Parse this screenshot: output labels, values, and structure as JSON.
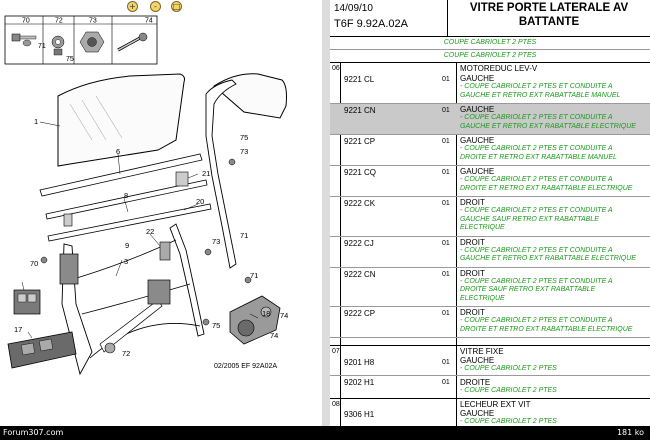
{
  "zoom": {
    "zoom_in": "+",
    "zoom_out": "-",
    "fit": "□"
  },
  "diagram": {
    "fastener_refs": [
      "70",
      "72",
      "73",
      "74"
    ],
    "fastener_sub": [
      "71",
      "75"
    ],
    "callouts": [
      "1",
      "6",
      "8",
      "9",
      "3",
      "21",
      "22",
      "20",
      "18",
      "17",
      "75",
      "73",
      "71",
      "70",
      "72",
      "74",
      "74",
      "73",
      "75",
      "71"
    ],
    "footer": "02/2005   EF 92A02A"
  },
  "header": {
    "date": "14/09/10",
    "ref": "T6F 9.92A.02A",
    "title_line1": "VITRE PORTE LATERALE AV",
    "title_line2": "BATTANTE"
  },
  "section_top": {
    "banner1": "COUPE CABRIOLET 2 PTES",
    "banner2": "COUPE CABRIOLET 2 PTES",
    "idx": "06",
    "heading": "MOTOREDUC LEV-V"
  },
  "rows": [
    {
      "ref": "9221 CL",
      "qty": "01",
      "label": "GAUCHE",
      "notes": [
        "- COUPE CABRIOLET 2 PTES ET CONDUITE A",
        "GAUCHE ET RETRO EXT RABATTABLE MANUEL"
      ]
    },
    {
      "ref": "9221 CN",
      "qty": "01",
      "label": "GAUCHE",
      "notes": [
        "- COUPE CABRIOLET 2 PTES ET CONDUITE A",
        "GAUCHE ET RETRO EXT RABATTABLE ELECTRIQUE"
      ],
      "selected": true
    },
    {
      "ref": "9221 CP",
      "qty": "01",
      "label": "GAUCHE",
      "notes": [
        "- COUPE CABRIOLET 2 PTES ET CONDUITE A",
        "DROITE ET RETRO EXT RABATTABLE MANUEL"
      ]
    },
    {
      "ref": "9221 CQ",
      "qty": "01",
      "label": "GAUCHE",
      "notes": [
        "- COUPE CABRIOLET 2 PTES ET CONDUITE A",
        "DROITE ET RETRO EXT RABATTABLE ELECTRIQUE"
      ]
    },
    {
      "ref": "9222 CK",
      "qty": "01",
      "label": "DROIT",
      "notes": [
        "- COUPE CABRIOLET 2 PTES ET CONDUITE A",
        "GAUCHE SAUF RETRO EXT RABATTABLE",
        "ELECTRIQUE"
      ]
    },
    {
      "ref": "9222 CJ",
      "qty": "01",
      "label": "DROIT",
      "notes": [
        "- COUPE CABRIOLET 2 PTES ET CONDUITE A",
        "GAUCHE ET RETRO EXT RABATTABLE ELECTRIQUE"
      ]
    },
    {
      "ref": "9222 CN",
      "qty": "01",
      "label": "DROIT",
      "notes": [
        "- COUPE CABRIOLET 2 PTES ET CONDUITE A",
        "DROITE SAUF RETRO EXT RABATTABLE",
        "ELECTRIQUE"
      ]
    },
    {
      "ref": "9222 CP",
      "qty": "01",
      "label": "DROIT",
      "notes": [
        "- COUPE CABRIOLET 2 PTES ET CONDUITE A",
        "DROITE ET RETRO EXT RABATTABLE ELECTRIQUE"
      ]
    }
  ],
  "section_07": {
    "idx": "07",
    "heading": "VITRE FIXE",
    "rows": [
      {
        "ref": "",
        "qty": "",
        "label": "GAUCHE",
        "notes": [
          "- COUPE CABRIOLET 2 PTES"
        ]
      },
      {
        "ref": "9201 H8",
        "qty": "01",
        "label": "",
        "notes": []
      },
      {
        "ref": "9202 H1",
        "qty": "01",
        "label": "DROITE",
        "notes": [
          "- COUPE CABRIOLET 2 PTES"
        ]
      }
    ]
  },
  "section_08": {
    "idx": "08",
    "heading": "LECHEUR EXT VIT",
    "ref": "9306 H1",
    "label": "GAUCHE",
    "note": "- COUPE CABRIOLET 2 PTES"
  },
  "footer": {
    "site": "Forum307.com",
    "size": "181 ko"
  }
}
